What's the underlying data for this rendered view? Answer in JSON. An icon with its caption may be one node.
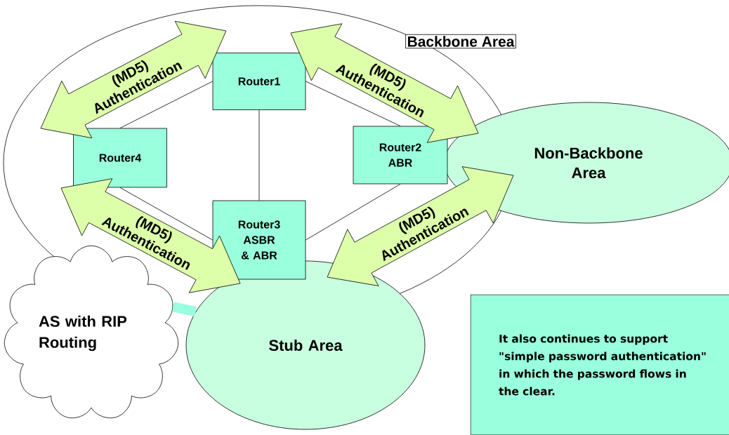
{
  "diagram": {
    "nodes": [
      {
        "text": [
          "Backbone Area"
        ]
      },
      {
        "text": [
          "Router1"
        ],
        "in": 0
      },
      {
        "text": [
          "Router4"
        ],
        "in": 0
      },
      {
        "text": [
          "Router2 ABR"
        ],
        "in": 0
      },
      {
        "text": [
          "Router3 ASBR & ABR"
        ],
        "in": 0
      },
      {
        "text": [
          "Non-Backbone Area"
        ]
      },
      {
        "text": [
          "Stub Area"
        ]
      },
      {
        "text": [
          "AS with RIP Routing"
        ]
      },
      {
        "text": [
          "It also continues to support \"simple password authentication\" in which the password flows in the clear."
        ]
      }
    ],
    "edges": [
      {
        "from": 2,
        "to": 1,
        "arrow": "none"
      },
      {
        "from": 1,
        "to": 3,
        "arrow": "none"
      },
      {
        "from": 2,
        "to": 4,
        "arrow": "none"
      },
      {
        "from": 4,
        "to": 3,
        "arrow": "none"
      },
      {
        "from": 1,
        "to": 4,
        "arrow": "none"
      },
      {
        "from": 7,
        "to": 6,
        "arrow": "none",
        "style": "thick",
        "color": "#99ffdd"
      },
      {
        "from": 2,
        "to": 1,
        "arrow": "both",
        "label": "(MD5) Authentication",
        "style": "thick",
        "color": "#ddffaa"
      },
      {
        "from": 1,
        "to": 3,
        "arrow": "both",
        "label": "(MD5) Authentication",
        "style": "thick",
        "color": "#ddffaa"
      },
      {
        "from": 2,
        "to": 4,
        "arrow": "both",
        "label": "(MD5) Authentication",
        "style": "thick",
        "color": "#ddffaa"
      },
      {
        "from": 4,
        "to": 3,
        "arrow": "both",
        "label": "(MD5) Authentication",
        "style": "thick",
        "color": "#ddffaa"
      }
    ]
  }
}
